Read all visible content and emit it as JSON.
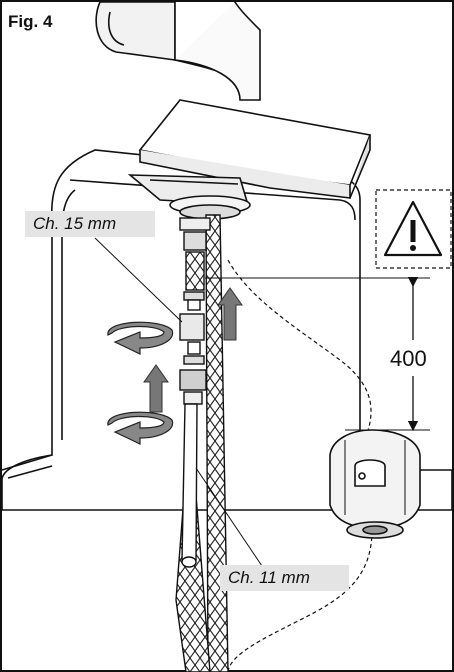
{
  "figure": {
    "label": "Fig. 4",
    "callouts": {
      "wrench_upper": "Ch. 15 mm",
      "wrench_lower": "Ch. 11 mm"
    },
    "dimension": "400",
    "icons": [
      "warning-triangle-icon",
      "rotate-arrow-icon",
      "up-arrow-icon"
    ]
  }
}
